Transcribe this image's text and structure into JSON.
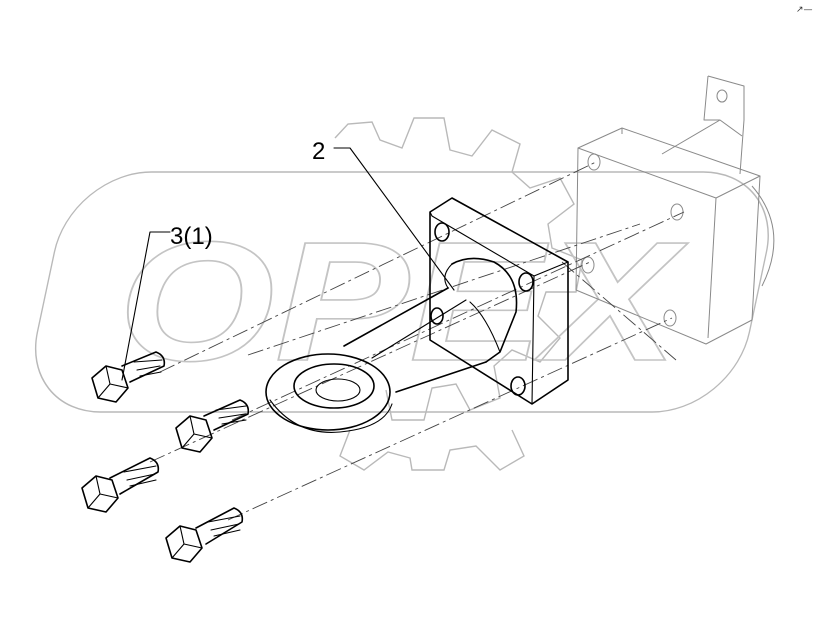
{
  "callouts": {
    "part_2": "2",
    "part_3": "3(1)"
  },
  "watermark": {
    "text": "OPEX",
    "color": "#b9b9b9"
  },
  "corner_mark": "↗—",
  "colors": {
    "line": "#000000",
    "ghost_part": "#8a8a8a",
    "background": "#ffffff"
  }
}
